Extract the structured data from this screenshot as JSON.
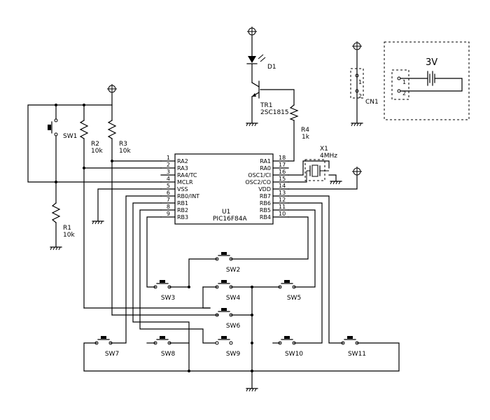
{
  "ic": {
    "ref": "U1",
    "part": "PIC16F84A",
    "left_pins": [
      {
        "num": "1",
        "name": "RA2"
      },
      {
        "num": "2",
        "name": "RA3"
      },
      {
        "num": "3",
        "name": "RA4/TC"
      },
      {
        "num": "4",
        "name": "MCLR"
      },
      {
        "num": "5",
        "name": "VSS"
      },
      {
        "num": "6",
        "name": "RB0/INT"
      },
      {
        "num": "7",
        "name": "RB1"
      },
      {
        "num": "8",
        "name": "RB2"
      },
      {
        "num": "9",
        "name": "RB3"
      }
    ],
    "right_pins": [
      {
        "num": "18",
        "name": "RA1"
      },
      {
        "num": "17",
        "name": "RA0"
      },
      {
        "num": "16",
        "name": "OSC1/CI"
      },
      {
        "num": "15",
        "name": "OSC2/CO"
      },
      {
        "num": "14",
        "name": "VDD"
      },
      {
        "num": "13",
        "name": "RB7"
      },
      {
        "num": "12",
        "name": "RB6"
      },
      {
        "num": "11",
        "name": "RB5"
      },
      {
        "num": "10",
        "name": "RB4"
      }
    ]
  },
  "parts": {
    "d1": "D1",
    "tr1_ref": "TR1",
    "tr1_part": "2SC1815",
    "r4_ref": "R4",
    "r4_val": "1k",
    "x1_ref": "X1",
    "x1_val": "4MHz",
    "r1_ref": "R1",
    "r1_val": "10k",
    "r2_ref": "R2",
    "r2_val": "10k",
    "r3_ref": "R3",
    "r3_val": "10k",
    "sw1": "SW1",
    "cn1": "CN1",
    "cn1_pin1": "1",
    "cn1_pin2": "2",
    "battery": "3V",
    "batt_pin1": "1",
    "batt_pin2": "2"
  },
  "switches": [
    "SW2",
    "SW3",
    "SW4",
    "SW5",
    "SW6",
    "SW7",
    "SW8",
    "SW9",
    "SW10",
    "SW11"
  ]
}
